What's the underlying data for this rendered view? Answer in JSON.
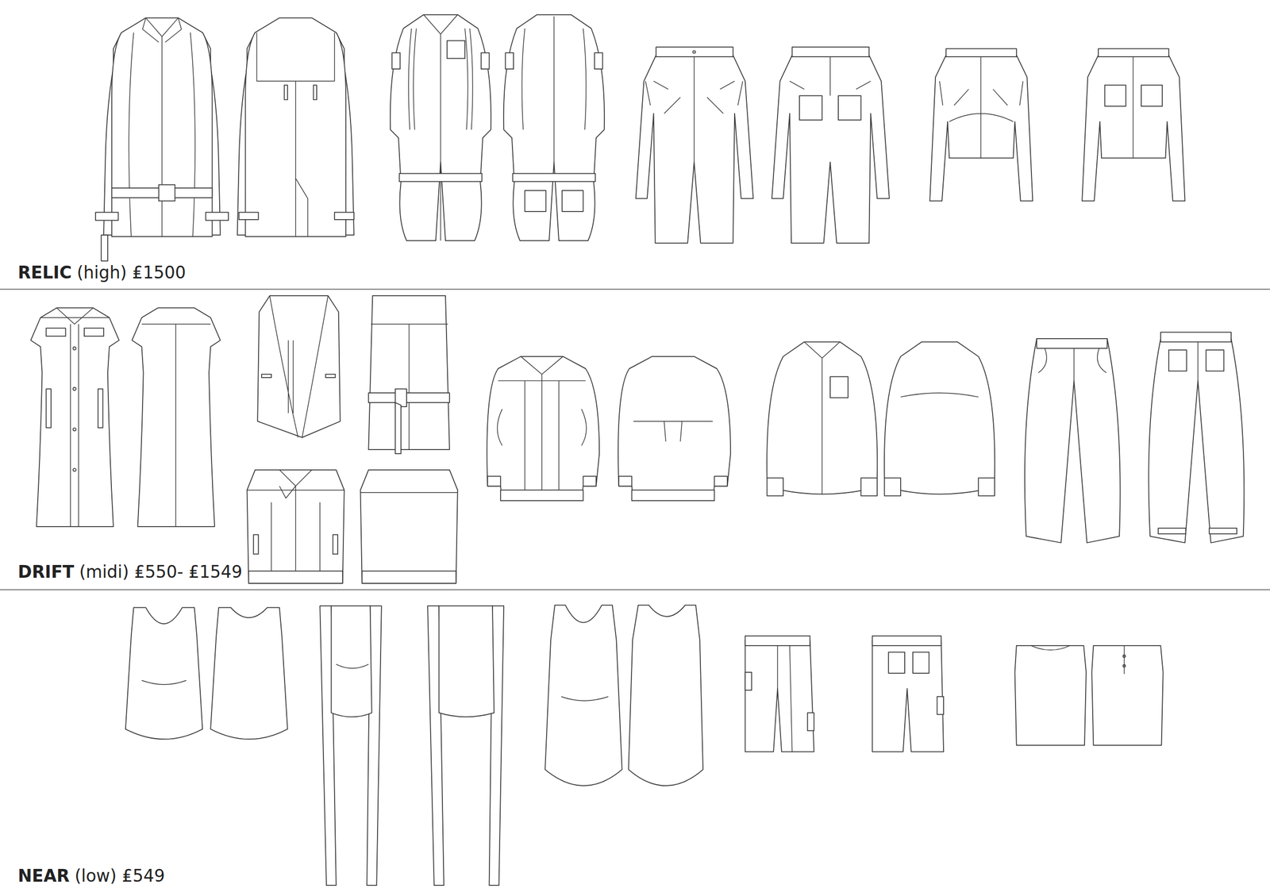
{
  "diagram": {
    "labels": [
      "RELIC",
      "(high) ₤1500",
      "DRIFT",
      "(midi) ₤550- ₤1549",
      "NEAR",
      "(low) ₤549"
    ]
  }
}
